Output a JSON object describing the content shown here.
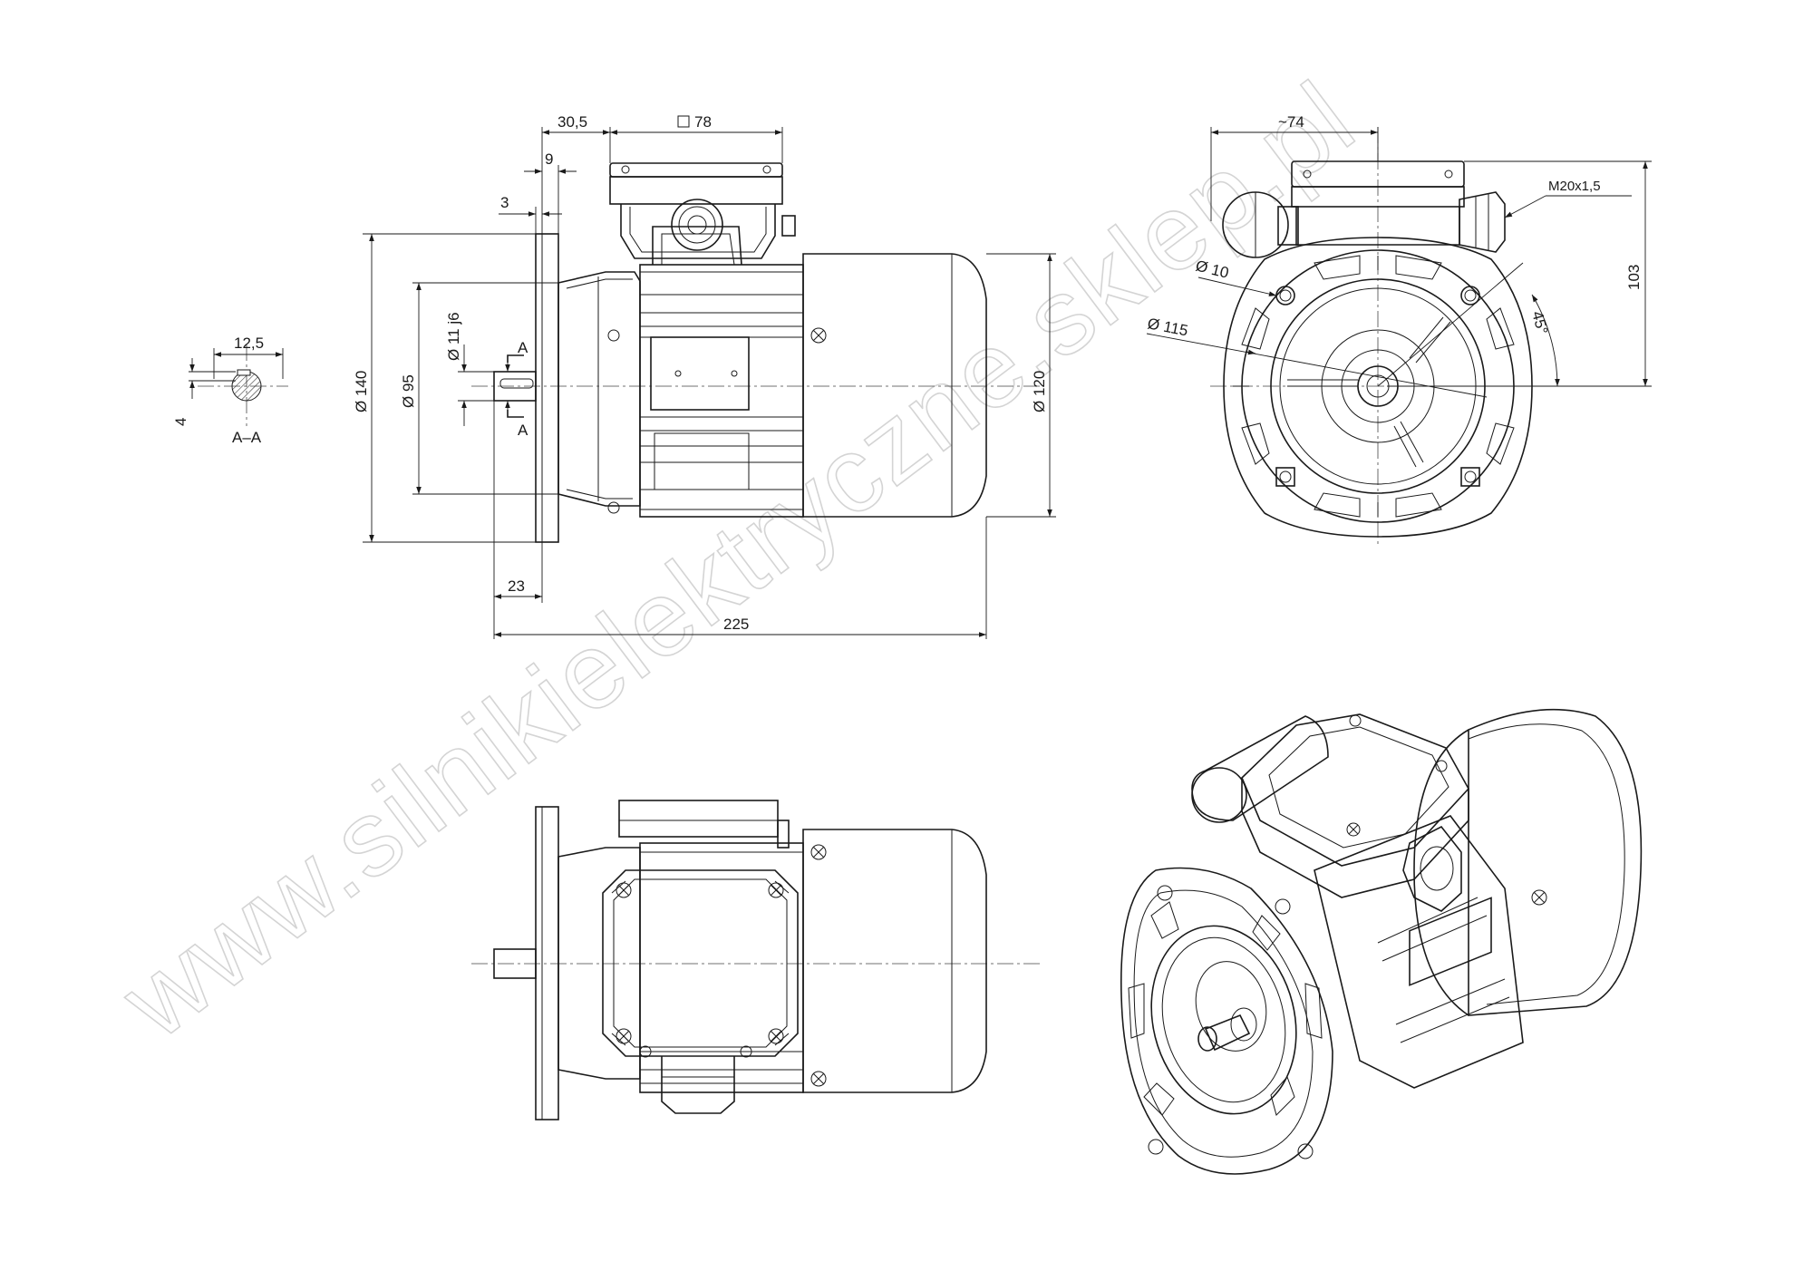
{
  "watermark": "www.silnikielektryczne.sklep.pl",
  "dimensions": {
    "d30_5": "30,5",
    "sq78": "78",
    "d9": "9",
    "d3": "3",
    "d12_5": "12,5",
    "d4": "4",
    "section": "A–A",
    "secA_top": "A",
    "secA_bot": "A",
    "d11j6": "Ø 11 j6",
    "d140": "Ø 140",
    "d95": "Ø 95",
    "d120": "Ø 120",
    "d23": "23",
    "d225": "225",
    "d74": "~74",
    "m20": "M20x1,5",
    "d10": "Ø 10",
    "d115": "Ø 115",
    "a45": "45°",
    "d103": "103"
  }
}
